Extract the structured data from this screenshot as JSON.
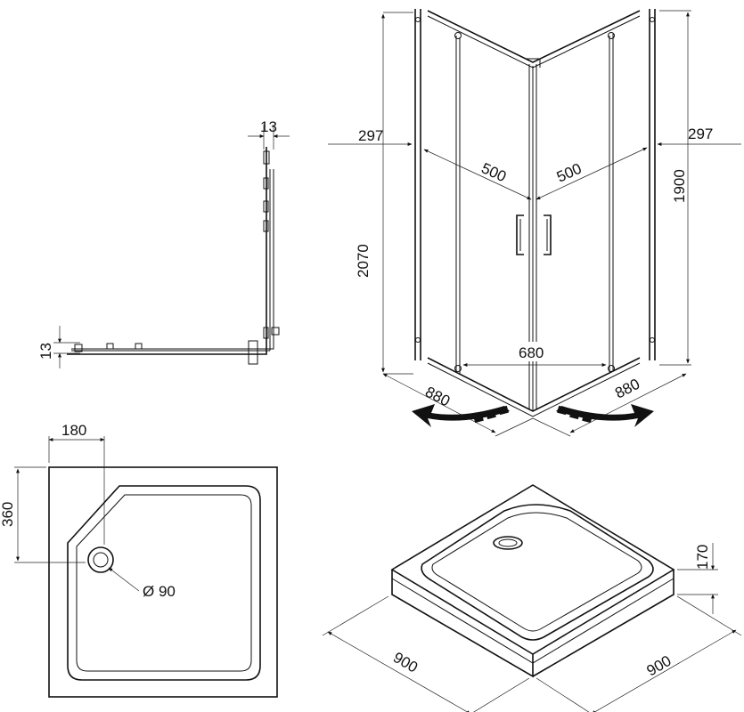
{
  "section_profile": {
    "top_dim": "13",
    "left_dim": "13"
  },
  "enclosure_3d": {
    "left_offset": "297",
    "right_offset": "297",
    "left_door_width": "500",
    "right_door_width": "500",
    "total_height": "2070",
    "door_height": "1900",
    "entry_width": "680",
    "left_side": "880",
    "right_side": "880"
  },
  "tray_plan": {
    "corner_width": "180",
    "corner_depth": "360",
    "drain_diameter": "Ø 90"
  },
  "tray_3d": {
    "height": "170",
    "left_side": "900",
    "right_side": "900"
  }
}
